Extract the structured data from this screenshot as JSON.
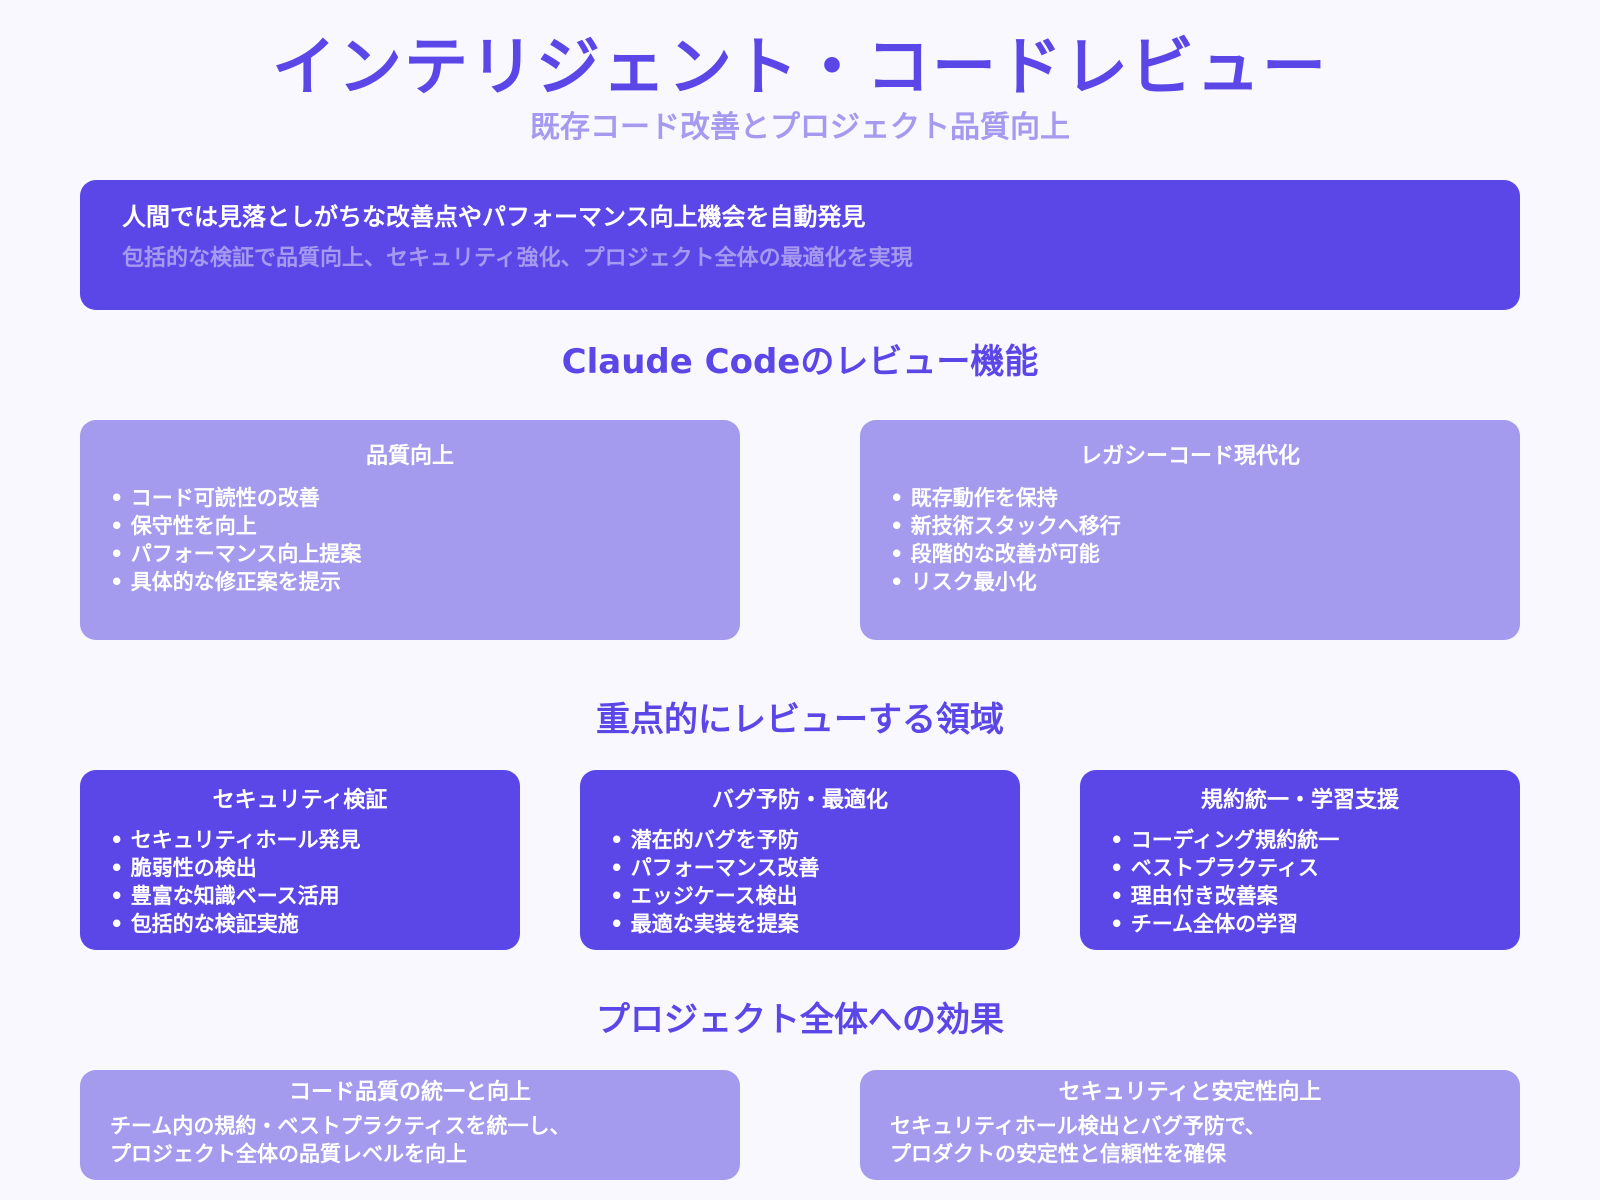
{
  "header": {
    "title": "インテリジェント・コードレビュー",
    "subtitle": "既存コード改善とプロジェクト品質向上"
  },
  "hero": {
    "headline": "人間では見落としがちな改善点やパフォーマンス向上機会を自動発見",
    "description": "包括的な検証で品質向上、セキュリティ強化、プロジェクト全体の最適化を実現"
  },
  "sections": [
    {
      "title": "Claude Codeのレビュー機能",
      "cards": [
        {
          "title": "品質向上",
          "items": [
            "コード可読性の改善",
            "保守性を向上",
            "パフォーマンス向上提案",
            "具体的な修正案を提示"
          ]
        },
        {
          "title": "レガシーコード現代化",
          "items": [
            "既存動作を保持",
            "新技術スタックへ移行",
            "段階的な改善が可能",
            "リスク最小化"
          ]
        }
      ]
    },
    {
      "title": "重点的にレビューする領域",
      "cards": [
        {
          "title": "セキュリティ検証",
          "items": [
            "セキュリティホール発見",
            "脆弱性の検出",
            "豊富な知識ベース活用",
            "包括的な検証実施"
          ]
        },
        {
          "title": "バグ予防・最適化",
          "items": [
            "潜在的バグを予防",
            "パフォーマンス改善",
            "エッジケース検出",
            "最適な実装を提案"
          ]
        },
        {
          "title": "規約統一・学習支援",
          "items": [
            "コーディング規約統一",
            "ベストプラクティス",
            "理由付き改善案",
            "チーム全体の学習"
          ]
        }
      ]
    },
    {
      "title": "プロジェクト全体への効果",
      "cards": [
        {
          "title": "コード品質の統一と向上",
          "lines": [
            "チーム内の規約・ベストプラクティスを統一し、",
            "プロジェクト全体の品質レベルを向上"
          ]
        },
        {
          "title": "セキュリティと安定性向上",
          "lines": [
            "セキュリティホール検出とバグ予防で、",
            "プロダクトの安定性と信頼性を確保"
          ]
        }
      ]
    }
  ],
  "colors": {
    "primary": "#5b46e8",
    "light": "#a49aee",
    "subtitle": "#a59af0",
    "background": "#f9f8fe",
    "text_on_card": "#ffffff"
  }
}
